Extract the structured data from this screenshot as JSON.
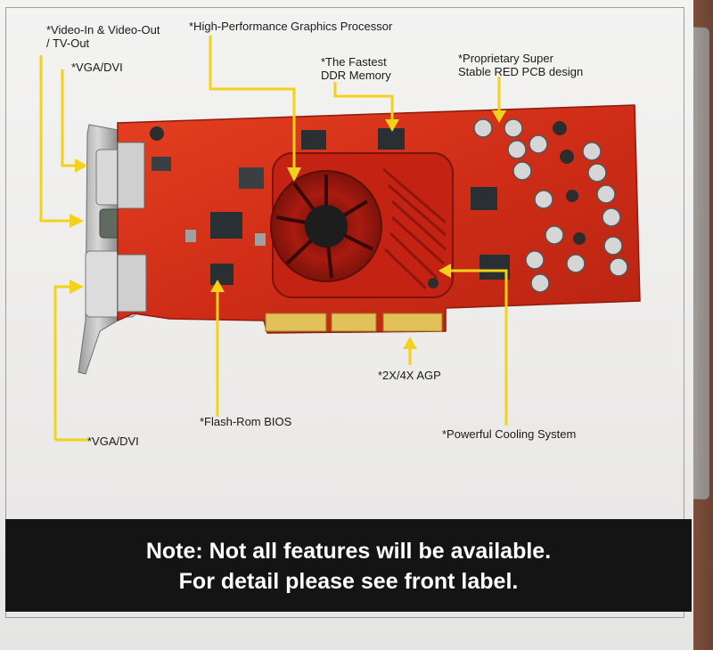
{
  "callouts": {
    "video_io_line1": "*Video-In & Video-Out",
    "video_io_line2": "/ TV-Out",
    "vga_dvi_top": "*VGA/DVI",
    "gpu": "*High-Performance Graphics Processor",
    "ddr_line1": "*The Fastest",
    "ddr_line2": "DDR Memory",
    "pcb_line1": "*Proprietary Super",
    "pcb_line2": "Stable RED PCB design",
    "agp": "*2X/4X AGP",
    "flash_bios": "*Flash-Rom BIOS",
    "cooling": "*Powerful Cooling System",
    "vga_dvi_bottom": "*VGA/DVI"
  },
  "note": {
    "line1": "Note: Not all features will be available.",
    "line2": "For detail please see front label."
  },
  "colors": {
    "pcb_red": "#d8321c",
    "arrow_yellow": "#f2d21a",
    "note_bg": "#141414"
  }
}
